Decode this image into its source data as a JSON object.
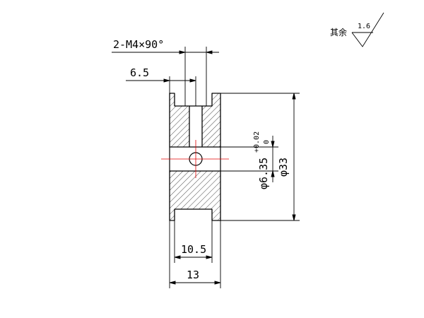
{
  "drawing": {
    "thread_callout": "2-M4×90°",
    "set_screw_offset": "6.5",
    "bore_diameter": "φ6.35",
    "bore_tolerance_upper": "+0.02",
    "bore_tolerance_lower": "0",
    "outer_diameter": "φ33",
    "inner_width": "10.5",
    "overall_width": "13",
    "roughness_note": "其余",
    "roughness_value": "1.6"
  },
  "colors": {
    "line": "#000000",
    "centerline": "#e00000",
    "background": "#ffffff"
  }
}
